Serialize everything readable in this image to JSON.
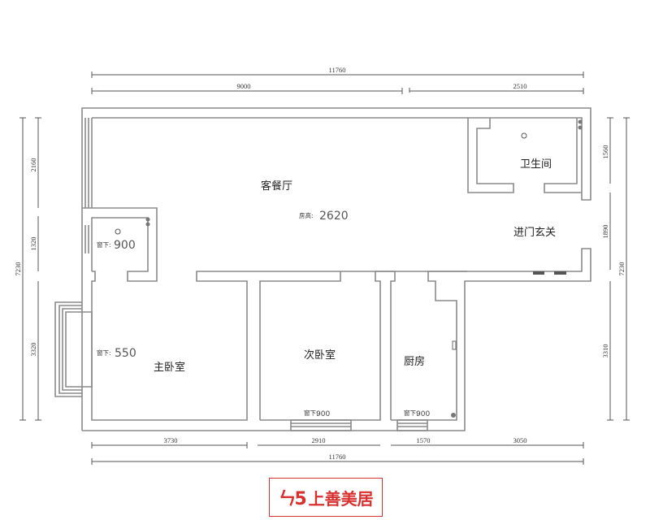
{
  "floor_plan": {
    "rooms": {
      "living_dining": "客餐厅",
      "bathroom": "卫生间",
      "entrance": "进门玄关",
      "master_bedroom": "主卧室",
      "second_bedroom": "次卧室",
      "kitchen": "厨房"
    },
    "notes": {
      "ceiling_height_label": "房高:",
      "ceiling_height_value": "2620",
      "window_sill_small_room": {
        "label": "窗下:",
        "value": "900"
      },
      "window_sill_master": {
        "label": "窗下:",
        "value": "550"
      },
      "window_sill_second_bedroom": {
        "label": "窗下:",
        "value": "900"
      },
      "window_sill_kitchen": {
        "label": "窗下:",
        "value": "900"
      }
    },
    "dimensions": {
      "top_total": "11760",
      "top_left": "9000",
      "top_right": "2510",
      "bottom_segments": [
        "3730",
        "2910",
        "1570",
        "3050"
      ],
      "bottom_total": "11760",
      "left_segments": [
        "2160",
        "1320",
        "3320"
      ],
      "left_total": "7230",
      "right_segments": [
        "1560",
        "1890",
        "3310"
      ],
      "right_total": "7230"
    },
    "colors": {
      "wall": "#8a8a8a",
      "logo": "#d93030"
    }
  },
  "logo": {
    "mark": "ㄣ5",
    "text": "上善美居"
  }
}
